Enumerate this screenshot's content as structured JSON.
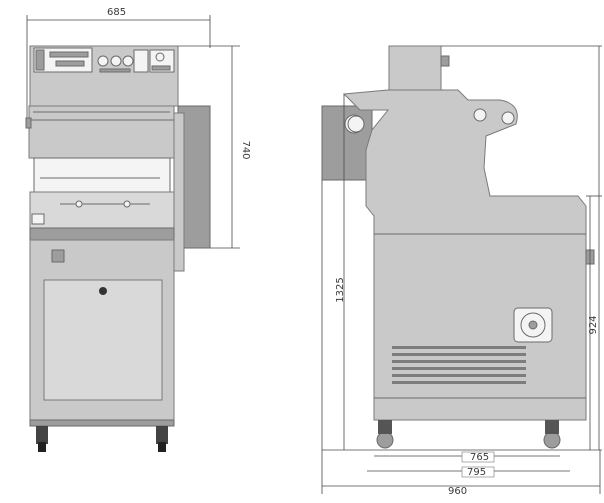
{
  "dimensions": {
    "front_width": "685",
    "front_height": "740",
    "side_height": "1325",
    "side_lower_height": "924",
    "depth_1": "765",
    "depth_2": "795",
    "depth_total": "960"
  },
  "colors": {
    "body": "#c9c9c9",
    "panel": "#f4f4f4",
    "dark_accent": "#9d9d9d",
    "dimension_line": "#4a4a4a"
  }
}
